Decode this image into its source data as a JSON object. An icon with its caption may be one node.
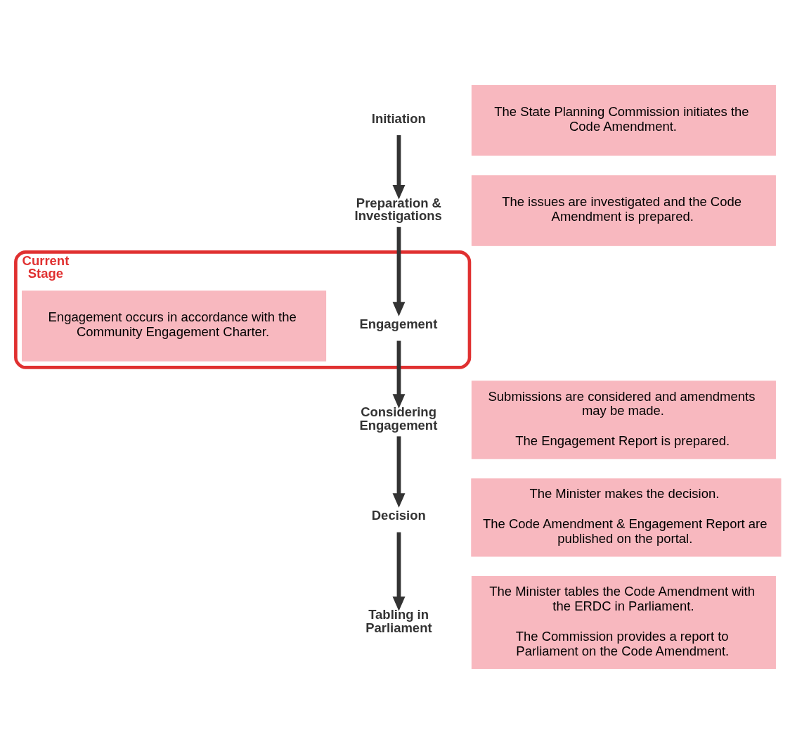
{
  "diagram": {
    "nodes": [
      {
        "text": [
          "Initiation"
        ]
      },
      {
        "text": [
          "The State Planning Commission initiates the Code Amendment."
        ]
      },
      {
        "text": [
          "Preparation & Investigations"
        ]
      },
      {
        "text": [
          "The issues are investigated and the Code Amendment is prepared."
        ]
      },
      {
        "text": [
          "Current Stage"
        ]
      },
      {
        "text": [
          "Engagement"
        ],
        "in": 4
      },
      {
        "text": [
          "Engagement occurs in accordance with the Community Engagement Charter."
        ],
        "in": 4
      },
      {
        "text": [
          "Considering Engagement"
        ]
      },
      {
        "text": [
          "Submissions are considered and amendments may be made.",
          "The Engagement Report is prepared."
        ]
      },
      {
        "text": [
          "Decision"
        ]
      },
      {
        "text": [
          "The Minister makes the decision.",
          "The Code Amendment & Engagement Report are published on the portal."
        ]
      },
      {
        "text": [
          "Tabling in Parliament"
        ]
      },
      {
        "text": [
          "The Minister tables the Code Amendment with the ERDC in Parliament.",
          "The Commission provides a report to Parliament on the Code Amendment."
        ]
      }
    ],
    "edges": [
      {
        "from": 0,
        "to": 2,
        "arrow": "to"
      },
      {
        "from": 2,
        "to": 5,
        "arrow": "to"
      },
      {
        "from": 5,
        "to": 7,
        "arrow": "to"
      },
      {
        "from": 7,
        "to": 9,
        "arrow": "to"
      },
      {
        "from": 9,
        "to": 11,
        "arrow": "to"
      }
    ]
  }
}
